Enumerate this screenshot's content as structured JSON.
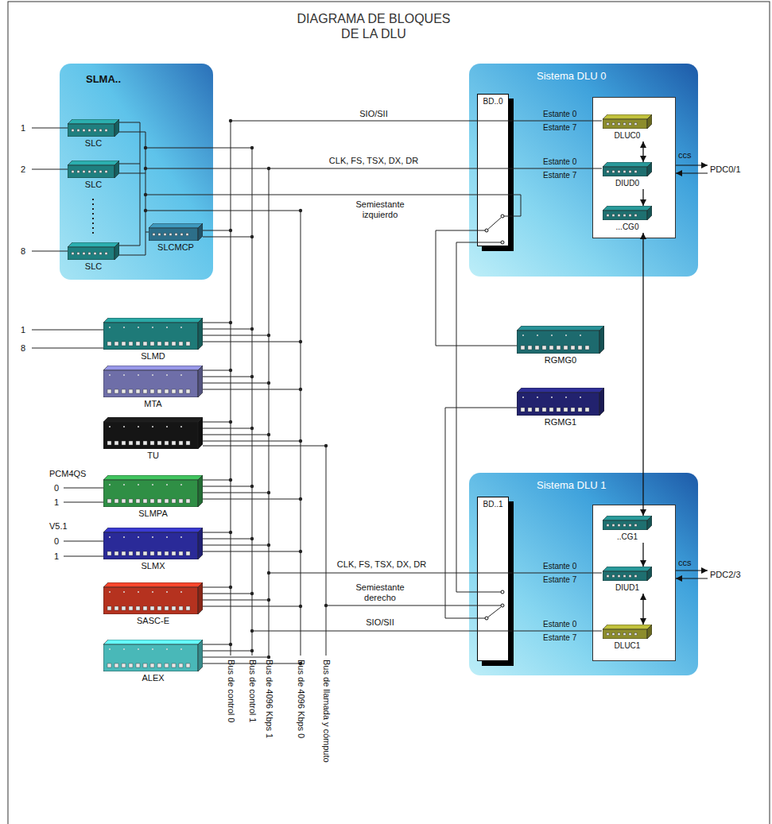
{
  "diagram": {
    "title": "DIAGRAMA DE BLOQUES DE LA DLU",
    "nodes": [
      {
        "text": [
          "SLMA.."
        ]
      },
      {
        "text": [
          "SLC"
        ],
        "in": 0
      },
      {
        "text": [
          "SLC"
        ],
        "in": 0
      },
      {
        "text": [
          "SLC"
        ],
        "in": 0
      },
      {
        "text": [
          "SLCMCP"
        ],
        "in": 0
      },
      {
        "text": [
          "SLMD"
        ]
      },
      {
        "text": [
          "MTA"
        ]
      },
      {
        "text": [
          "TU"
        ]
      },
      {
        "text": [
          "SLMPA"
        ]
      },
      {
        "text": [
          "SLMX"
        ]
      },
      {
        "text": [
          "SASC-E"
        ]
      },
      {
        "text": [
          "ALEX"
        ]
      },
      {
        "text": [
          "Sistema DLU 0"
        ]
      },
      {
        "text": [
          "BD..0"
        ],
        "in": 12
      },
      {
        "text": [
          "ccs"
        ],
        "in": 12
      },
      {
        "text": [
          "DLUC0"
        ],
        "in": 14
      },
      {
        "text": [
          "DIUD0"
        ],
        "in": 14
      },
      {
        "text": [
          "...CG0"
        ],
        "in": 14
      },
      {
        "text": [
          "RGMG0"
        ]
      },
      {
        "text": [
          "RGMG1"
        ]
      },
      {
        "text": [
          "Sistema DLU 1"
        ]
      },
      {
        "text": [
          "BD..1"
        ],
        "in": 20
      },
      {
        "text": [
          "ccs"
        ],
        "in": 20
      },
      {
        "text": [
          "..CG1"
        ],
        "in": 22
      },
      {
        "text": [
          "DIUD1"
        ],
        "in": 22
      },
      {
        "text": [
          "DLUC1"
        ],
        "in": 22
      }
    ],
    "edges": [
      {
        "from": 15,
        "to": 16,
        "arrow": "both"
      },
      {
        "from": 16,
        "to": 17,
        "arrow": "to"
      },
      {
        "from": 17,
        "to": 23,
        "arrow": "both"
      },
      {
        "from": 23,
        "to": 24,
        "arrow": "to"
      },
      {
        "from": 24,
        "to": 25,
        "arrow": "both"
      }
    ],
    "labels": [
      "1",
      "2",
      "8",
      "1",
      "8",
      "PCM4QS",
      "0",
      "1",
      "V5.1",
      "0",
      "1",
      "SIO/SII",
      "CLK, FS, TSX, DX, DR",
      "Semiestante izquierdo",
      "Estante 0",
      "Estante 7",
      "Estante 0",
      "Estante 7",
      "PDC0/1",
      "CLK, FS, TSX, DX, DR",
      "Semiestante derecho",
      "SIO/SII",
      "Estante 0",
      "Estante 7",
      "Estante 0",
      "Estante 7",
      "PDC2/3",
      "Bus de control 0",
      "Bus de control 1",
      "Bus de 4096 Kbps 1",
      "Bus de 4096 Kbps 0",
      "Bus de llamada y cómputo"
    ]
  }
}
